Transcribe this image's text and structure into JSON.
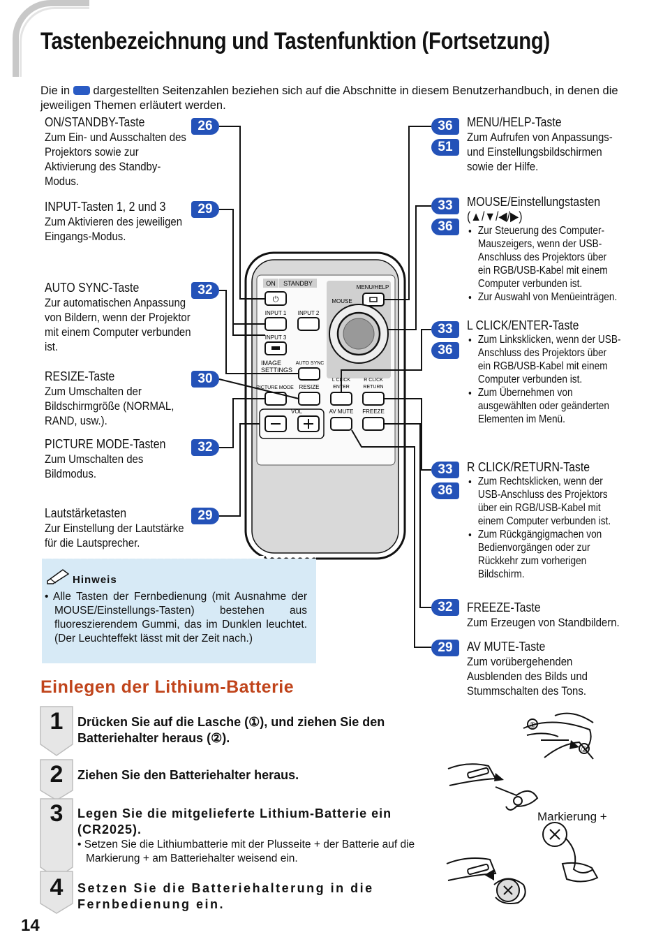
{
  "header": {
    "title": "Tastenbezeichnung und Tastenfunktion (Fortsetzung)",
    "intro_part1": "Die in",
    "intro_part2": "dargestellten Seitenzahlen beziehen sich auf die Abschnitte in diesem Benutzerhandbuch, in denen die jeweiligen Themen erläutert werden."
  },
  "left_labels": [
    {
      "page": "26",
      "title": "ON/STANDBY-Taste",
      "text": "Zum Ein- und Ausschalten des Projektors sowie zur Aktivierung des Standby-Modus."
    },
    {
      "page": "29",
      "title": "INPUT-Tasten 1, 2 und 3",
      "text": "Zum Aktivieren des jeweiligen Eingangs-Modus."
    },
    {
      "page": "32",
      "title": "AUTO SYNC-Taste",
      "text": "Zur automatischen Anpassung von Bildern, wenn der Projektor mit einem Computer verbunden ist."
    },
    {
      "page": "30",
      "title": "RESIZE-Taste",
      "text": "Zum Umschalten der Bildschirmgröße (NORMAL, RAND, usw.)."
    },
    {
      "page": "32",
      "title": "PICTURE MODE-Tasten",
      "text": "Zum Umschalten des Bildmodus."
    },
    {
      "page": "29",
      "title": "Lautstärketasten",
      "text": "Zur Einstellung der Lautstärke für die Lautsprecher."
    }
  ],
  "right_labels": {
    "menu": {
      "pages": [
        "36",
        "51"
      ],
      "title": "MENU/HELP-Taste",
      "text": "Zum Aufrufen von Anpassungs- und Einstellungsbildschirmen sowie der Hilfe."
    },
    "mouse": {
      "pages": [
        "33",
        "36"
      ],
      "title": "MOUSE/Einstellungstasten",
      "title2": "(▲/▼/◀/▶)",
      "bullets": [
        "Zur Steuerung des Computer-Mauszeigers, wenn der USB-Anschluss des Projektors über ein RGB/USB-Kabel mit einem Computer verbunden ist.",
        "Zur Auswahl von Menüeinträgen."
      ]
    },
    "lclick": {
      "pages": [
        "33",
        "36"
      ],
      "title": "L CLICK/ENTER-Taste",
      "bullets": [
        "Zum Linksklicken, wenn der USB-Anschluss des Projektors über ein RGB/USB-Kabel mit einem Computer verbunden ist.",
        "Zum Übernehmen von ausgewählten oder geänderten Elementen im Menü."
      ]
    },
    "rclick": {
      "pages": [
        "33",
        "36"
      ],
      "title": "R CLICK/RETURN-Taste",
      "bullets": [
        "Zum Rechtsklicken, wenn der USB-Anschluss des Projektors über ein RGB/USB-Kabel mit einem Computer verbunden ist.",
        "Zum Rückgängigmachen von Bedienvorgängen oder zur Rückkehr zum vorherigen Bildschirm."
      ]
    },
    "freeze": {
      "pages": [
        "32"
      ],
      "title": "FREEZE-Taste",
      "text": "Zum Erzeugen von Standbildern."
    },
    "avmute": {
      "pages": [
        "29"
      ],
      "title": "AV MUTE-Taste",
      "text": "Zum vorübergehenden Ausblenden des Bilds und Stummschalten des Tons."
    }
  },
  "remote": {
    "on": "ON",
    "standby": "STANDBY",
    "menu_help": "MENU/HELP",
    "mouse": "MOUSE",
    "input1": "INPUT 1",
    "input2": "INPUT 2",
    "input3": "INPUT 3",
    "image_settings1": "IMAGE",
    "image_settings2": "SETTINGS",
    "auto_sync": "AUTO SYNC",
    "picture_mode": "PICTURE MODE",
    "resize": "RESIZE",
    "lclick1": "L CLICK",
    "lclick2": "ENTER",
    "rclick1": "R CLICK",
    "rclick2": "RETURN",
    "vol": "VOL",
    "av_mute": "AV MUTE",
    "freeze": "FREEZE"
  },
  "note": {
    "title": "Hinweis",
    "text": "Alle Tasten der Fernbedienung (mit Ausnahme der MOUSE/Einstellungs-Tasten) bestehen aus fluoreszierendem Gummi, das im Dunklen leuchtet. (Der Leuchteffekt lässt mit der Zeit nach.)"
  },
  "battery": {
    "title": "Einlegen der Lithium-Batterie",
    "steps": [
      {
        "num": "1",
        "text": "Drücken Sie auf die Lasche (①), und ziehen Sie den Batteriehalter heraus (②)."
      },
      {
        "num": "2",
        "text": "Ziehen Sie den Batteriehalter heraus."
      },
      {
        "num": "3",
        "text": "Legen Sie die mitgelieferte Lithium-Batterie ein (CR2025).",
        "sub": "Setzen Sie die Lithiumbatterie mit der Plusseite + der Batterie auf die Markierung + am Batteriehalter weisend ein."
      },
      {
        "num": "4",
        "text": "Setzen Sie die Batteriehalterung in die Fernbedienung ein."
      }
    ],
    "illus_1": "①",
    "illus_2": "②",
    "marker_label": "Markierung +"
  },
  "footer": {
    "page_number": "14"
  }
}
